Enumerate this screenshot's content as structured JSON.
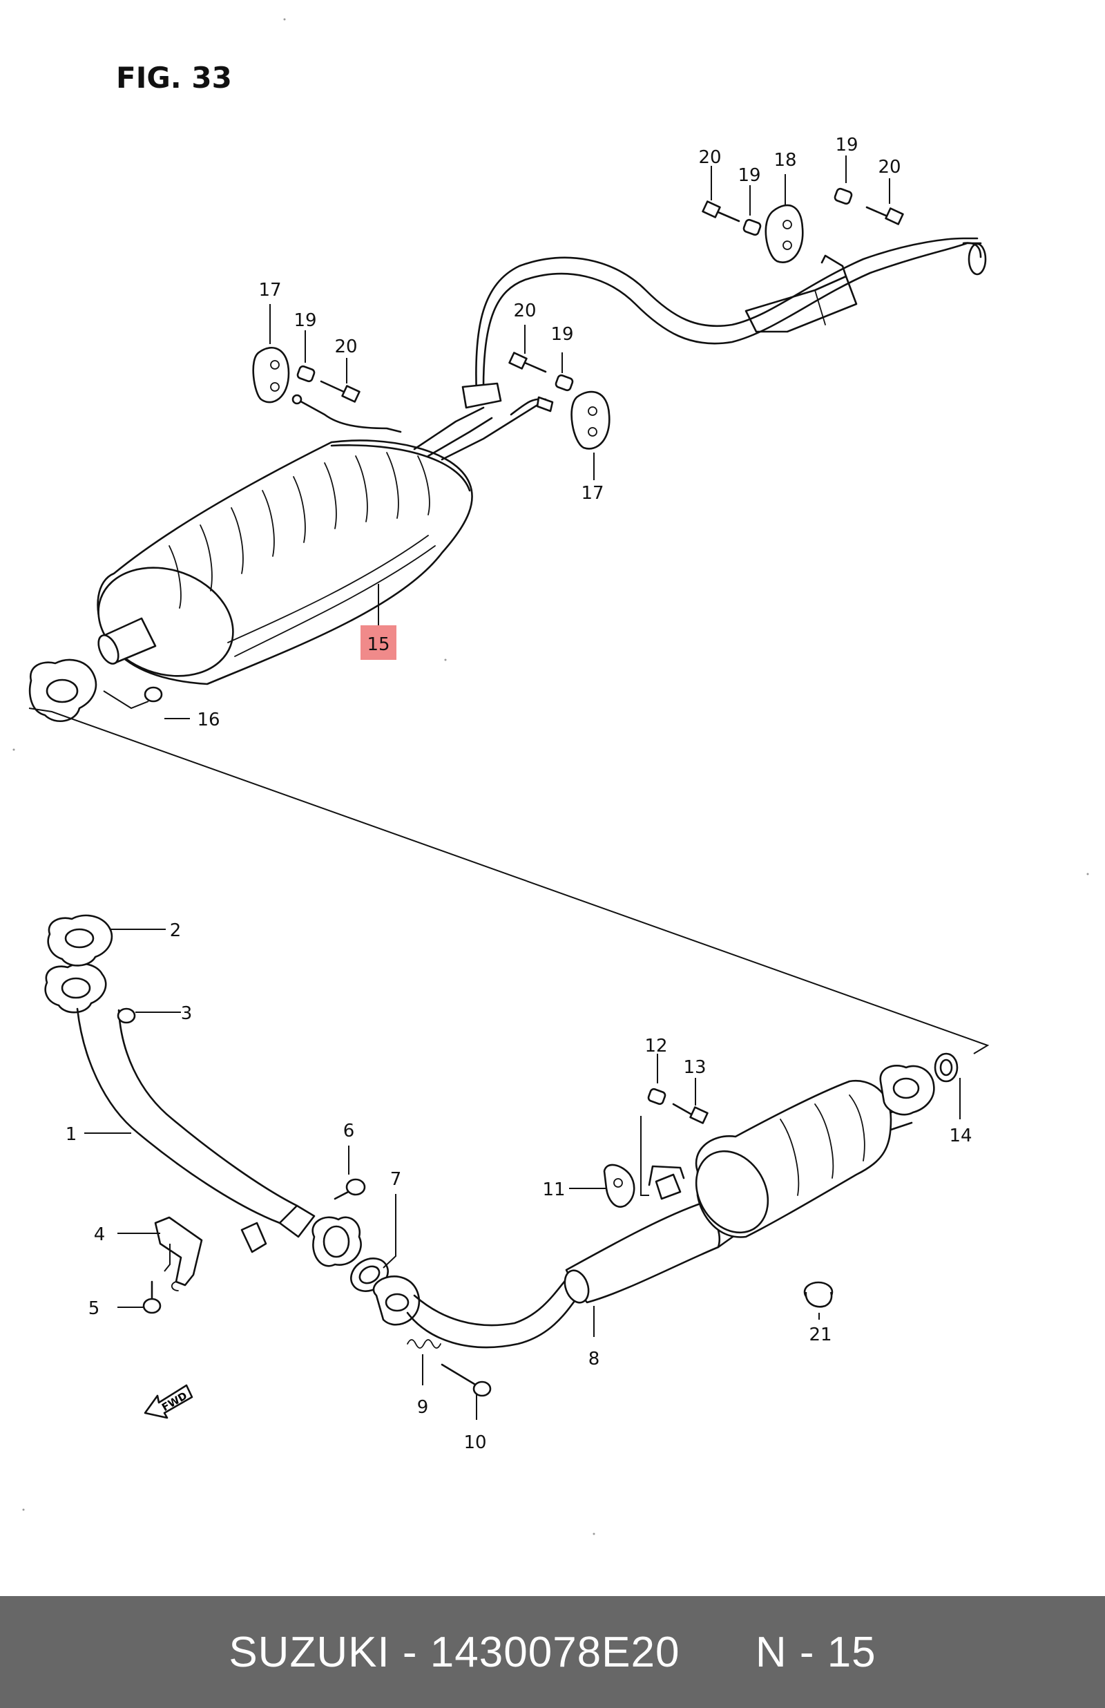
{
  "figure": {
    "title": "FIG. 33"
  },
  "callouts": [
    {
      "id": "c1",
      "label": "1"
    },
    {
      "id": "c2",
      "label": "2"
    },
    {
      "id": "c3",
      "label": "3"
    },
    {
      "id": "c4",
      "label": "4"
    },
    {
      "id": "c5",
      "label": "5"
    },
    {
      "id": "c6",
      "label": "6"
    },
    {
      "id": "c7",
      "label": "7"
    },
    {
      "id": "c8",
      "label": "8"
    },
    {
      "id": "c9",
      "label": "9"
    },
    {
      "id": "c10",
      "label": "10"
    },
    {
      "id": "c11",
      "label": "11"
    },
    {
      "id": "c12",
      "label": "12"
    },
    {
      "id": "c13",
      "label": "13"
    },
    {
      "id": "c14",
      "label": "14"
    },
    {
      "id": "c15",
      "label": "15",
      "highlighted": true
    },
    {
      "id": "c16",
      "label": "16"
    },
    {
      "id": "c17a",
      "label": "17"
    },
    {
      "id": "c17b",
      "label": "17"
    },
    {
      "id": "c18",
      "label": "18"
    },
    {
      "id": "c19a",
      "label": "19"
    },
    {
      "id": "c19b",
      "label": "19"
    },
    {
      "id": "c19c",
      "label": "19"
    },
    {
      "id": "c19d",
      "label": "19"
    },
    {
      "id": "c20a",
      "label": "20"
    },
    {
      "id": "c20b",
      "label": "20"
    },
    {
      "id": "c20c",
      "label": "20"
    },
    {
      "id": "c20d",
      "label": "20"
    },
    {
      "id": "c21",
      "label": "21"
    }
  ],
  "direction_marker": {
    "label": "FWD",
    "icon": "fwd-arrow-icon"
  },
  "footer": {
    "brand": "SUZUKI",
    "part_number": "1430078E20",
    "position": "N - 15",
    "separator": " - "
  },
  "colors": {
    "highlight": "#f08a8a",
    "footer_bg": "#676767",
    "footer_text": "#ffffff"
  }
}
